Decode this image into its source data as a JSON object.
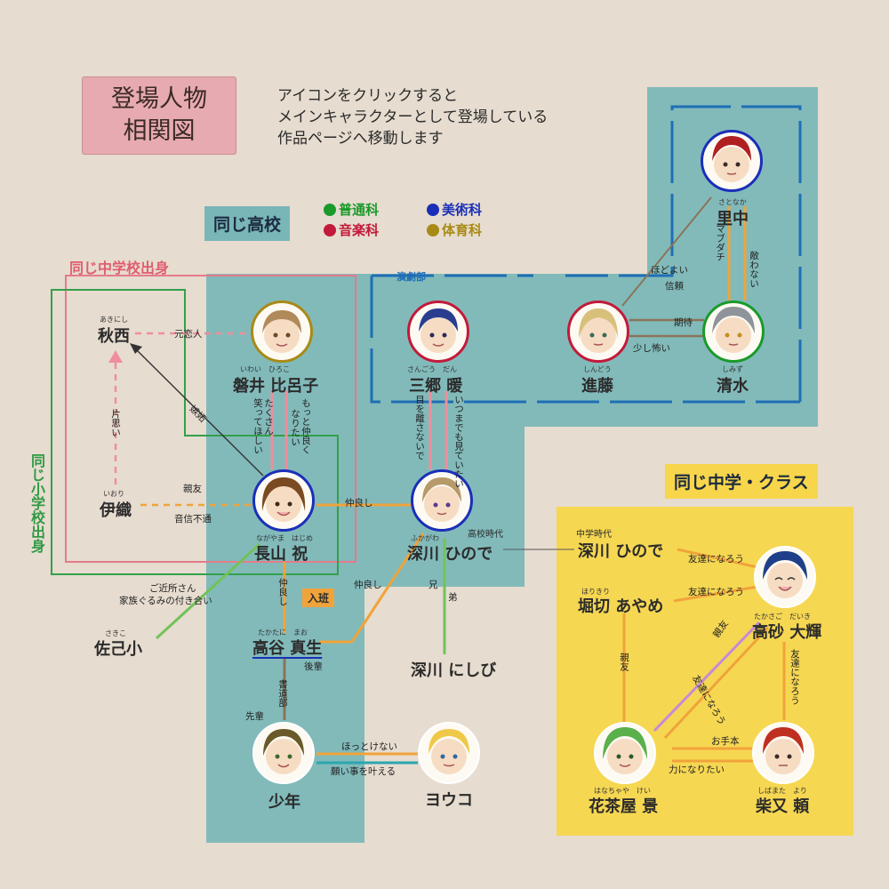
{
  "header": {
    "title_line1": "登場人物",
    "title_line2": "相関図",
    "intro_line1": "アイコンをクリックすると",
    "intro_line2": "メインキャラクターとして登場している",
    "intro_line3": "作品ページへ移動します"
  },
  "groups": {
    "same_high_school": "同じ高校",
    "same_middle_school_origin": "同じ中学校出身",
    "same_elementary_origin": "同じ小学校出身",
    "drama_club": "演劇部",
    "same_middle_class": "同じ中学・クラス",
    "middle_school_era": "中学時代",
    "high_school_era": "高校時代"
  },
  "legend": [
    {
      "label": "普通科",
      "color": "#1a9a2a"
    },
    {
      "label": "美術科",
      "color": "#1a2fb8"
    },
    {
      "label": "音楽科",
      "color": "#c21a3a"
    },
    {
      "label": "体育科",
      "color": "#a88a16"
    }
  ],
  "colors": {
    "teal_region": "#79b6b8",
    "yellow_region": "#f7d64b",
    "pink_frame": "#e57b8a",
    "green_frame": "#33a04a",
    "blue_frame": "#1f6fb5",
    "line_orange": "#f0a33a",
    "line_pink": "#ee8e9c",
    "line_green": "#72c25a",
    "line_brown": "#8a7458",
    "line_violet": "#c58ad8",
    "line_teal": "#2aa6b0"
  },
  "characters": {
    "akinishi": {
      "name": "秋西",
      "ruby": "あきにし"
    },
    "iwai": {
      "name": "磐井 比呂子",
      "ruby": "いわい　ひろこ"
    },
    "sango": {
      "name": "三郷 暖",
      "ruby": "さんごう　だん"
    },
    "shindo": {
      "name": "進藤",
      "ruby": "しんどう"
    },
    "satonaka": {
      "name": "里中",
      "ruby": "さとなか"
    },
    "shimizu": {
      "name": "清水",
      "ruby": "しみず"
    },
    "iori": {
      "name": "伊織",
      "ruby": "いおり"
    },
    "nagayama": {
      "name": "長山 祝",
      "ruby": "ながやま　はじめ"
    },
    "fukagawa_hinode": {
      "name": "深川 ひので",
      "ruby": "ふかがわ"
    },
    "sakiko": {
      "name": "佐己小",
      "ruby": "さきこ"
    },
    "takaya": {
      "name": "高谷 真生",
      "ruby": "たかたに　まお"
    },
    "fukagawa_nishibi": {
      "name": "深川 にしび"
    },
    "shonen": {
      "name": "少年"
    },
    "youko": {
      "name": "ヨウコ"
    },
    "fukagawa_hinode_mid": {
      "name": "深川 ひので"
    },
    "horikiri": {
      "name": "堀切 あやめ",
      "ruby": "ほりきり"
    },
    "takasago": {
      "name": "高砂 大輝",
      "ruby": "たかさご　だいき"
    },
    "hanachaya": {
      "name": "花茶屋 景",
      "ruby": "はなちゃや　けい"
    },
    "shibamata": {
      "name": "柴又 頼",
      "ruby": "しばまた　より"
    }
  },
  "relations": {
    "moto_koibito": "元恋人",
    "kataomoi": "片思い",
    "shitto": "嫉妬",
    "shinyu": "親友",
    "onshin_futsu": "音信不通",
    "waratte_hoshii": "笑ってほしい",
    "takusan": "たくさん",
    "motto_nakayoku": "もっと仲良く",
    "naritai": "なりたい",
    "me_wo_hanasanaide": "目を離さないで",
    "itsumademo_mite_itai": "いつまでも見ていたい",
    "hodoyoi": "ほどよい",
    "shinrai": "信頼",
    "madachi": "マブダチ",
    "keiwanai": "敵わない",
    "kitai": "期待",
    "sukoshi_kowai": "少し怖い",
    "nakayoshi": "仲良し",
    "nakayoshi2": "仲良し",
    "nakayoshi3": "仲良し",
    "gokinjo": "ご近所さん",
    "kazoku": "家族ぐるみの付き合い",
    "nyuhan": "入班",
    "ani": "兄",
    "otouto": "弟",
    "kohai": "後輩",
    "shodobu": "書道部",
    "senpai": "先輩",
    "hottokenai": "ほっとけない",
    "negai": "願い事を叶える",
    "tomodachi1": "友達になろう",
    "tomodachi2": "友達になろう",
    "tomodachi3": "友達になろう",
    "tomodachi4": "友達になろう",
    "shinyu2": "親友",
    "shinyu3": "親友",
    "otehon": "お手本",
    "chikara": "力になりたい"
  }
}
